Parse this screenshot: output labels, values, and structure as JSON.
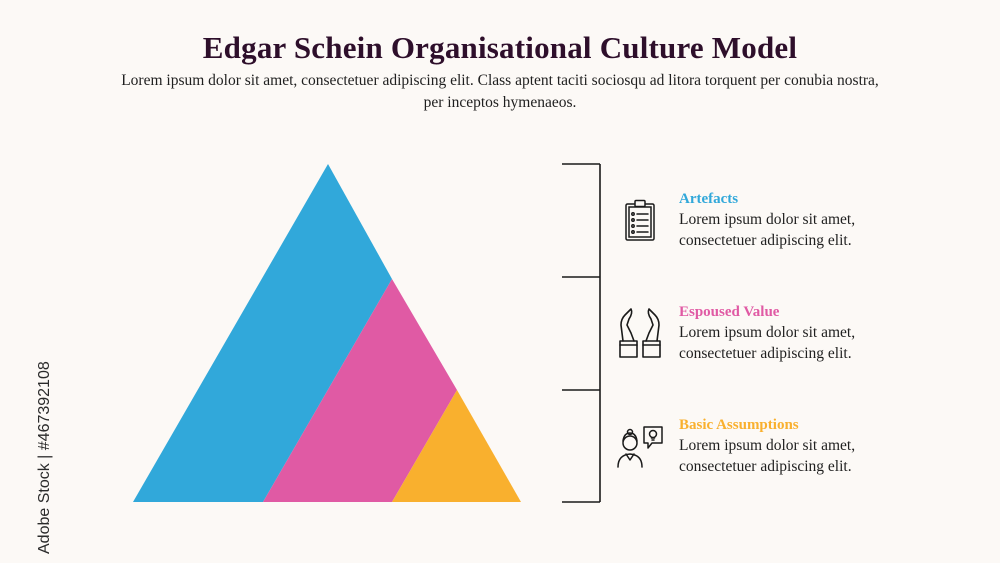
{
  "title": "Edgar Schein Organisational Culture Model",
  "subtitle": "Lorem ipsum dolor sit amet, consectetuer adipiscing elit. Class aptent taciti sociosqu ad litora torquent per conubia nostra, per inceptos hymenaeos.",
  "levels": [
    {
      "heading": "Artefacts",
      "text_line1": "Lorem ipsum dolor sit amet,",
      "text_line2": "consectetuer adipiscing elit.",
      "color": "#31a8da",
      "icon": "clipboard-icon"
    },
    {
      "heading": "Espoused Value",
      "text_line1": "Lorem ipsum dolor sit amet,",
      "text_line2": "consectetuer adipiscing elit.",
      "color": "#e05aa4",
      "icon": "raised-hands-icon"
    },
    {
      "heading": "Basic Assumptions",
      "text_line1": "Lorem ipsum dolor sit amet,",
      "text_line2": "consectetuer adipiscing elit.",
      "color": "#f9b02e",
      "icon": "person-idea-icon"
    }
  ],
  "watermark": "Adobe Stock | #467392108"
}
